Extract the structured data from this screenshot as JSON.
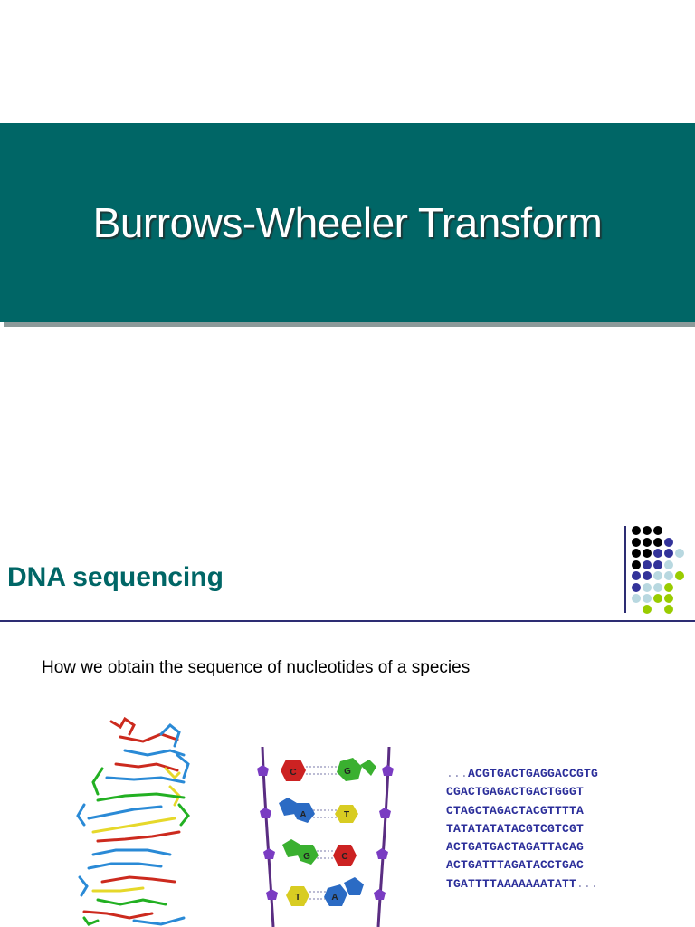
{
  "slide1": {
    "title": "Burrows-Wheeler Transform"
  },
  "slide2": {
    "title": "DNA sequencing",
    "subtitle": "How we obtain the sequence of nucleotides of a species",
    "sequence": {
      "leading_ellipsis": "...",
      "lines": [
        "ACGTGACTGAGGACCGTG",
        "CGACTGAGACTGACTGGGT",
        "CTAGCTAGACTACGTTTTA",
        "TATATATATACGTCGTCGT",
        "ACTGATGACTAGATTACAG",
        "ACTGATTTAGATACCTGAC",
        "TGATTTTAAAAAAATATT"
      ],
      "trailing_ellipsis": "..."
    },
    "base_pairs": [
      {
        "left": "C",
        "right": "G"
      },
      {
        "left": "A",
        "right": "T"
      },
      {
        "left": "G",
        "right": "C"
      },
      {
        "left": "T",
        "right": "A"
      }
    ]
  },
  "colors": {
    "teal": "#006666",
    "navy": "#2d2d73",
    "sequence_blue": "#2b2e9a",
    "dot_black": "#000000",
    "dot_purple": "#33339a",
    "dot_lightblue": "#b8d8e0",
    "dot_green": "#99cc00"
  }
}
